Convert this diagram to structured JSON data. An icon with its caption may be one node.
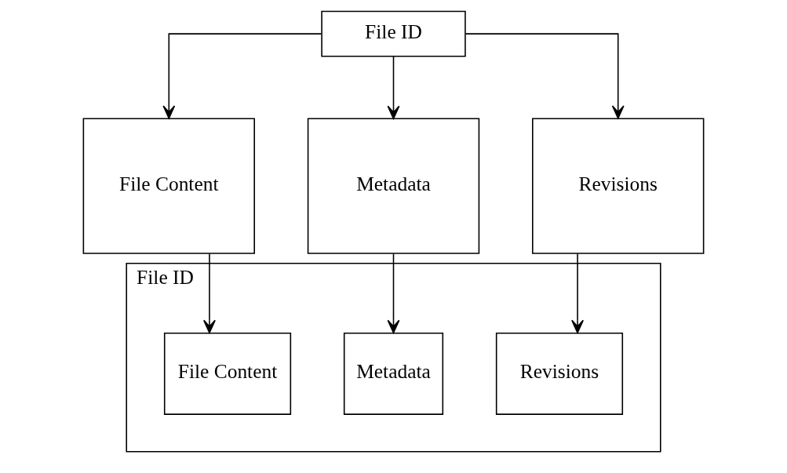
{
  "diagram": {
    "nodes": [
      {
        "text": [
          "File ID"
        ]
      },
      {
        "text": [
          "File Content"
        ]
      },
      {
        "text": [
          "Metadata"
        ]
      },
      {
        "text": [
          "Revisions"
        ]
      },
      {
        "text": [
          "File ID"
        ]
      },
      {
        "text": [
          "File Content"
        ],
        "in": 4
      },
      {
        "text": [
          "Metadata"
        ],
        "in": 4
      },
      {
        "text": [
          "Revisions"
        ],
        "in": 4
      }
    ],
    "edges": [
      {
        "from": 0,
        "to": 1,
        "arrow": "to"
      },
      {
        "from": 0,
        "to": 2,
        "arrow": "to"
      },
      {
        "from": 0,
        "to": 3,
        "arrow": "to"
      },
      {
        "from": 1,
        "to": 5,
        "arrow": "to"
      },
      {
        "from": 2,
        "to": 6,
        "arrow": "to"
      },
      {
        "from": 3,
        "to": 7,
        "arrow": "to"
      }
    ]
  }
}
